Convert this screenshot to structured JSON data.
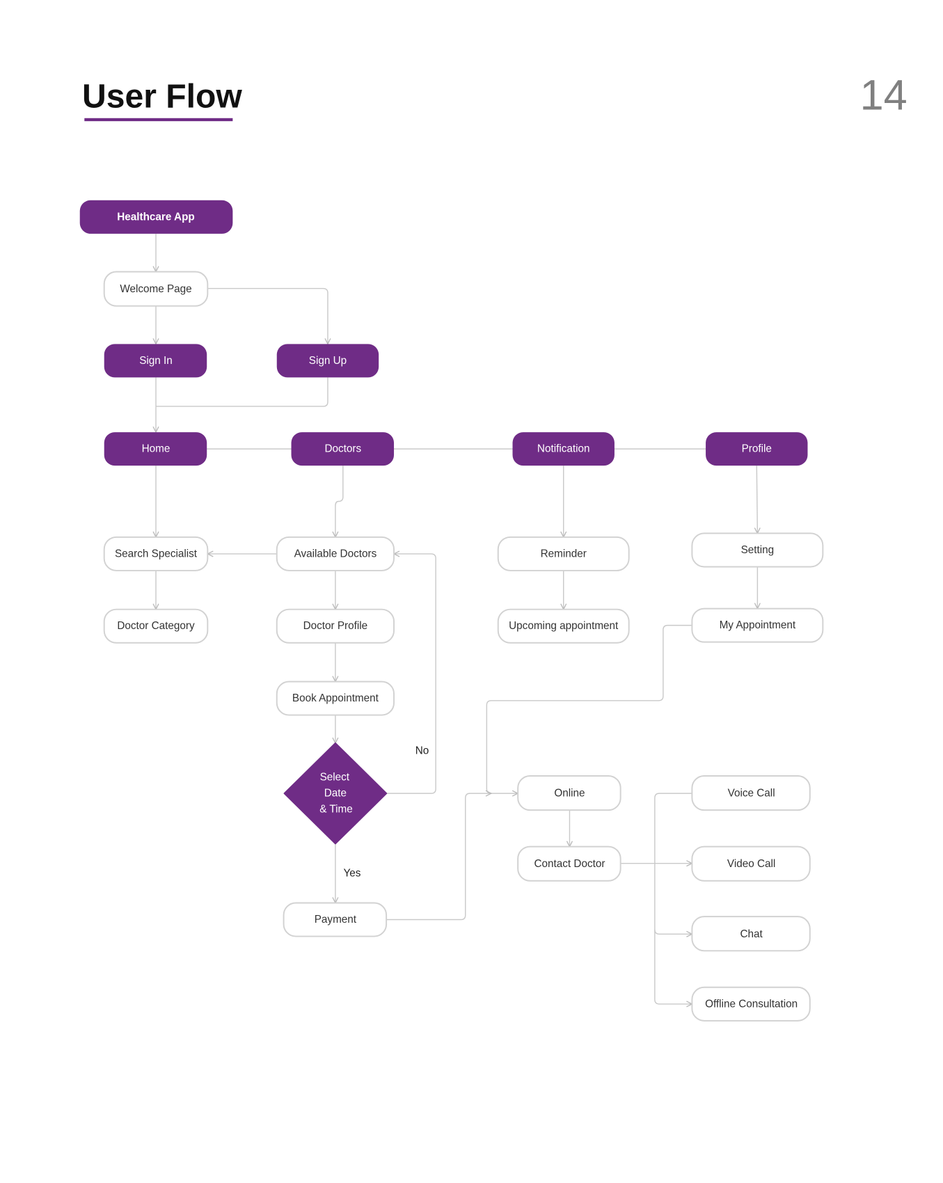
{
  "header": {
    "title": "User Flow",
    "page_number": "14"
  },
  "colors": {
    "accent": "#6f2c86",
    "connector": "#c9c9c9",
    "border": "#d2d2d2"
  },
  "nodes": {
    "healthcare_app": "Healthcare App",
    "welcome_page": "Welcome Page",
    "sign_in": "Sign In",
    "sign_up": "Sign Up",
    "home": "Home",
    "doctors": "Doctors",
    "notification": "Notification",
    "profile": "Profile",
    "search_specialist": "Search Specialist",
    "available_doctors": "Available Doctors",
    "reminder": "Reminder",
    "setting": "Setting",
    "doctor_category": "Doctor Category",
    "doctor_profile": "Doctor Profile",
    "upcoming_appointment": "Upcoming appointment",
    "my_appointment": "My Appointment",
    "book_appointment": "Book Appointment",
    "select_date_line1": "Select",
    "select_date_line2": "Date",
    "select_date_line3": "& Time",
    "payment": "Payment",
    "online": "Online",
    "contact_doctor": "Contact Doctor",
    "voice_call": "Voice Call",
    "video_call": "Video Call",
    "chat": "Chat",
    "offline_consultation": "Offline Consultation"
  },
  "edge_labels": {
    "no": "No",
    "yes": "Yes"
  }
}
